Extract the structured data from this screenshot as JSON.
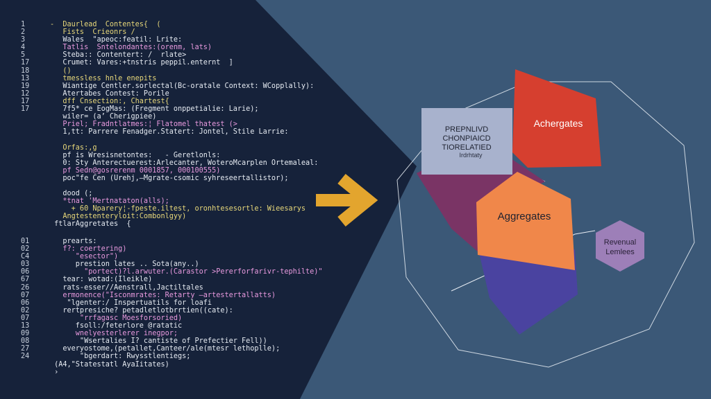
{
  "code_block_a": [
    {
      "n": "1",
      "t": "-  Daurlead  Contentes{  (",
      "c": "yellow"
    },
    {
      "n": "2",
      "t": "   Fists  Crieonrs /",
      "c": "yellow"
    },
    {
      "n": "3",
      "t": "   Wales  \"apeoc:featil: Lrite:",
      "c": "white"
    },
    {
      "n": "4",
      "t": "   Tatlis  Sntelondantes:(orenm, lats)",
      "c": "pink"
    },
    {
      "n": "5",
      "t": "   Steba:: Contentert: /  rlate>",
      "c": "white"
    },
    {
      "n": "17",
      "t": "   Crumet: Vares:+tnstris peppil.enternt  ]",
      "c": "white"
    },
    {
      "n": "18",
      "t": "   ()",
      "c": "yellow"
    },
    {
      "n": "13",
      "t": "   tmessless hnle enepits",
      "c": "yellow"
    },
    {
      "n": "19",
      "t": "   Wiantige Centler.sorlectal(Bc-oratale Context: WCopplally):",
      "c": "white"
    },
    {
      "n": "12",
      "t": "   Atertabes Contest: Porile",
      "c": "white"
    },
    {
      "n": "17",
      "t": "   dff Cnsection:, Chartest{",
      "c": "yellow"
    },
    {
      "n": "17",
      "t": "   7f5* ce EogMas: (Fregment onppetialie: Larie);",
      "c": "white"
    },
    {
      "n": "",
      "t": "   wiler= (a’ Cherigpiee)",
      "c": "white"
    },
    {
      "n": "",
      "t": "   Priel; Fradntlatmes:¦ Flatomel thatest (>",
      "c": "pink"
    },
    {
      "n": "",
      "t": "   1,tt: Parrere Fenadger.Statert: Jontel, Stile Larrie:",
      "c": "white"
    },
    {
      "n": "",
      "t": "",
      "c": "white"
    },
    {
      "n": "",
      "t": "   Orfas:,g",
      "c": "yellow"
    },
    {
      "n": "",
      "t": "   pf is Wresisnetontes:   - Geretlonls:",
      "c": "white"
    },
    {
      "n": "",
      "t": "   0: Sty Anterectuerest:Arlecanter, WoteroMcarplen Ortemaleal:",
      "c": "white"
    },
    {
      "n": "",
      "t": "   pf Sedn@gosrerenm 0001857, 000100555)",
      "c": "pink"
    },
    {
      "n": "",
      "t": "   poc\"fe Cen (Urehj,—Mgrate-csomic syhreseertallistor);",
      "c": "white"
    },
    {
      "n": "",
      "t": "",
      "c": "white"
    },
    {
      "n": "",
      "t": "   dood (;",
      "c": "white"
    },
    {
      "n": "",
      "t": "   *tnat 'Mertnataton(alls);",
      "c": "pink"
    },
    {
      "n": "",
      "t": "     + 60 Nparery¦-fpeste.iltest, oronhtesesortle: Wieesarys",
      "c": "yellow"
    },
    {
      "n": "",
      "t": "   Angtestenteryloit:Combonlgyy)",
      "c": "yellow"
    },
    {
      "n": "",
      "t": " ftlarAggretates  {",
      "c": "white"
    }
  ],
  "code_block_b": [
    {
      "n": "01",
      "t": "   prearts:",
      "c": "white"
    },
    {
      "n": "02",
      "t": "   f?: coertering)",
      "c": "pink"
    },
    {
      "n": "C4",
      "t": "      \"esector\")",
      "c": "pink"
    },
    {
      "n": "03",
      "t": "      prestion lates .. Sota(any..)",
      "c": "white"
    },
    {
      "n": "06",
      "t": "        \"portect)?l.arwuter.(Carastor >Pererforfarivr-tephilte)\"",
      "c": "pink"
    },
    {
      "n": "67",
      "t": "   tear: wotad:(Ileikle)",
      "c": "white"
    },
    {
      "n": "26",
      "t": "   rats-esser//Aenstrall,Jactiltales",
      "c": "white"
    },
    {
      "n": "07",
      "t": "   ermonence(\"Isconmrates: Retarty —artestertallatts)",
      "c": "pink"
    },
    {
      "n": "06",
      "t": "    \"lgenter:/ Inspertuatils for loafi",
      "c": "white"
    },
    {
      "n": "02",
      "t": "   rertpresiche? petadletlotbrrtien((cate):",
      "c": "white"
    },
    {
      "n": "07",
      "t": "       \"rrfagasc Moesforsoried)",
      "c": "pink"
    },
    {
      "n": "13",
      "t": "      fsoll:/feterlore @ratatic",
      "c": "white"
    },
    {
      "n": "09",
      "t": "      wnelyesterlerer inegpor;",
      "c": "pink"
    },
    {
      "n": "08",
      "t": "       \"Wsertalies I? cantiste of Prefectier Fell))",
      "c": "white"
    },
    {
      "n": "27",
      "t": "   everyostome,(petallet,Canteer/ale(mtesr lethoplle);",
      "c": "white"
    },
    {
      "n": "24",
      "t": "       \"bgerdart: Rwysstlentiegs;",
      "c": "white"
    },
    {
      "n": "",
      "t": " (A4,\"Statestatl AyaIitates)",
      "c": "white"
    },
    {
      "n": "",
      "t": " ›",
      "c": "white"
    }
  ],
  "diagram": {
    "box_label": [
      "PREPNLIVD",
      "CHONPIAICD",
      "TIORELATIED"
    ],
    "box_sublabel": "Irdrhtaty",
    "red_label": "Achergates",
    "orange_label": "Aggregates",
    "hex_label": [
      "Revenual",
      "Lemlees"
    ]
  },
  "colors": {
    "code_bg": "#16223a",
    "slate_bg": "#3b5877",
    "arrow": "#e3a52e",
    "red": "#d63f2f",
    "orange": "#f0874a",
    "purple": "#7a3465",
    "indigo": "#4a43a0",
    "lavender": "#9d7fb8",
    "gray_box": "#a8b2cd"
  },
  "icons": {
    "arrow": "right-arrow-icon"
  }
}
